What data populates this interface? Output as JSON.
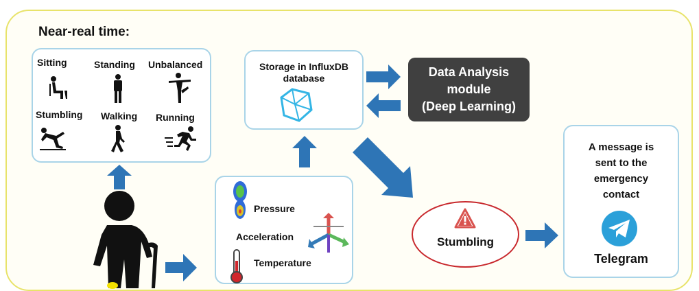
{
  "heading": "Near-real time:",
  "activities": [
    {
      "label": "Sitting",
      "icon": "sitting-person-icon"
    },
    {
      "label": "Standing",
      "icon": "standing-person-icon"
    },
    {
      "label": "Unbalanced",
      "icon": "unbalanced-person-icon"
    },
    {
      "label": "Stumbling",
      "icon": "stumbling-person-icon"
    },
    {
      "label": "Walking",
      "icon": "walking-person-icon"
    },
    {
      "label": "Running",
      "icon": "running-person-icon"
    }
  ],
  "storage": {
    "line1": "Storage in InfluxDB",
    "line2": "database",
    "icon": "influxdb-icon"
  },
  "analysis": {
    "line1": "Data Analysis",
    "line2": "module",
    "line3": "(Deep Learning)"
  },
  "sensors": {
    "pressure": "Pressure",
    "acceleration": "Acceleration",
    "temperature": "Temperature",
    "icons": [
      "insole-pressure-icon",
      "accelerometer-axes-icon",
      "thermometer-icon"
    ]
  },
  "event": {
    "label": "Stumbling",
    "icon": "warning-icon"
  },
  "message": {
    "lines": [
      "A message is",
      "sent to the",
      "emergency",
      "contact"
    ],
    "app": "Telegram",
    "icon": "telegram-icon"
  },
  "colors": {
    "arrow": "#2e75b6",
    "frame": "#e8e36a",
    "box_border": "#a9d4e8",
    "dark_box": "#404040",
    "alert": "#c8282d",
    "telegram": "#2ba0d9"
  }
}
